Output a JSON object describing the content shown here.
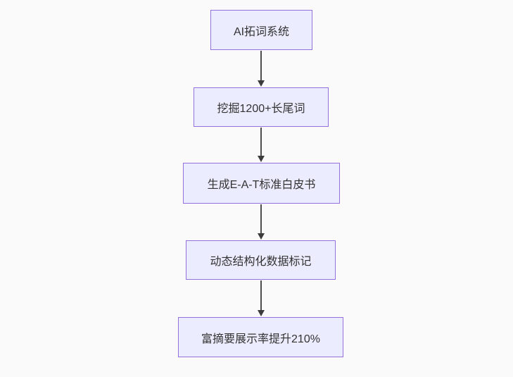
{
  "diagram": {
    "type": "flowchart",
    "direction": "top-down",
    "colors": {
      "background": "#fafafa",
      "node_fill": "#ECECFF",
      "node_border": "#9370DB",
      "text": "#333333",
      "arrow": "#3b3b3b"
    },
    "nodes": [
      {
        "id": "n1",
        "label": "AI拓词系统"
      },
      {
        "id": "n2",
        "label": "挖掘1200+长尾词"
      },
      {
        "id": "n3",
        "label": "生成E-A-T标准白皮书"
      },
      {
        "id": "n4",
        "label": "动态结构化数据标记"
      },
      {
        "id": "n5",
        "label": "富摘要展示率提升210%"
      }
    ],
    "edges": [
      {
        "from": "n1",
        "to": "n2",
        "style": "arrow"
      },
      {
        "from": "n2",
        "to": "n3",
        "style": "arrow"
      },
      {
        "from": "n3",
        "to": "n4",
        "style": "arrow"
      },
      {
        "from": "n4",
        "to": "n5",
        "style": "arrow"
      }
    ]
  }
}
